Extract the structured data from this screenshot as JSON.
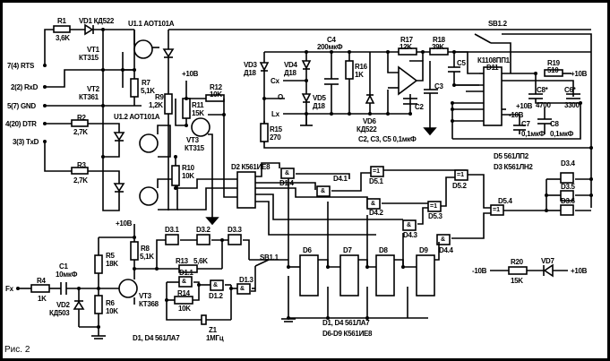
{
  "figure": {
    "caption": "Рис. 2"
  },
  "ports": {
    "rts": "7(4) RTS",
    "rxd": "2(2) RxD",
    "gnd": "5(7) GND",
    "dtr": "4(20) DTR",
    "txd": "3(3) TxD",
    "fx": "Fx",
    "cx": "Cx",
    "o": "O",
    "lx": "Lx"
  },
  "components": {
    "R1": {
      "name": "R1",
      "value": "3,6K"
    },
    "R2": {
      "name": "R2",
      "value": "2,7K"
    },
    "R3": {
      "name": "R3",
      "value": "2,7K"
    },
    "R4": {
      "name": "R4",
      "value": "1K"
    },
    "R5": {
      "name": "R5",
      "value": "18K"
    },
    "R6": {
      "name": "R6",
      "value": "10K"
    },
    "R7": {
      "name": "R7",
      "value": "5,1K"
    },
    "R8": {
      "name": "R8",
      "value": "5,1K"
    },
    "R9": {
      "name": "R9",
      "value": "1,2K"
    },
    "R10": {
      "name": "R10",
      "value": "10K"
    },
    "R11": {
      "name": "R11",
      "value": "15K"
    },
    "R12": {
      "name": "R12",
      "value": "10K"
    },
    "R13": {
      "name": "R13",
      "value": "5,6K"
    },
    "R14": {
      "name": "R14",
      "value": "10K"
    },
    "R16": {
      "name": "R16",
      "value": "1K"
    },
    "R15": {
      "name": "R15",
      "value": "270"
    },
    "R17": {
      "name": "R17",
      "value": "12K"
    },
    "R18": {
      "name": "R18",
      "value": "39K"
    },
    "R19": {
      "name": "R19",
      "value": "510"
    },
    "R20": {
      "name": "R20",
      "value": "15K"
    },
    "C1": {
      "name": "C1",
      "value": "10мкФ"
    },
    "C4": {
      "name": "C4",
      "value": "200мкФ"
    },
    "C5": {
      "name": "C5"
    },
    "C2": {
      "name": "C2"
    },
    "C3": {
      "name": "C3"
    },
    "C6": {
      "name": "C6*",
      "value": "3300"
    },
    "C8s": {
      "name": "C8*",
      "value": "4700"
    },
    "C7": {
      "name": "C7",
      "value": "0,1мкФ"
    },
    "C8": {
      "name": "C8",
      "value": "0,1мкФ"
    },
    "VD1": "VD1 КД522",
    "VD2": {
      "name": "VD2",
      "value": "КД503"
    },
    "VD3": {
      "name": "VD3",
      "value": "Д18"
    },
    "VD4": {
      "name": "VD4",
      "value": "Д18"
    },
    "VD5": {
      "name": "VD5",
      "value": "Д18"
    },
    "VD6": {
      "name": "VD6",
      "value": "КД522"
    },
    "VD7": "VD7",
    "VT1": {
      "name": "VT1",
      "value": "КТ315"
    },
    "VT2": {
      "name": "VT2",
      "value": "КТ361"
    },
    "VT3a": {
      "name": "VT3",
      "value": "КТ315"
    },
    "VT3b": {
      "name": "VT3",
      "value": "КТ368"
    },
    "U1_1": "U1.1 AOT101A",
    "U1_2": "U1.2 AOT101A",
    "D2": "D2 К561ИЕ8",
    "D11": {
      "name": "D11",
      "value": "К1108ПП1"
    },
    "Z1": {
      "name": "Z1",
      "value": "1МГц"
    },
    "SB1_1": "SB1.1",
    "SB1_2": "SB1.2",
    "D1_1": "D1.1",
    "D1_2": "D1.2",
    "D1_3": "D1.3",
    "D1_4": "D1.4",
    "D3_1": "D3.1",
    "D3_2": "D3.2",
    "D3_3": "D3.3",
    "D3_4": "D3.4",
    "D3_5": "D3.5",
    "D3_6": "D3.6",
    "D4_1": "D4.1",
    "D4_2": "D4.2",
    "D4_3": "D4.3",
    "D4_4": "D4.4",
    "D5_1": "D5.1",
    "D5_2": "D5.2",
    "D5_3": "D5.3",
    "D5_4": "D5.4",
    "D6": "D6",
    "D7": "D7",
    "D8": "D8",
    "D9": "D9"
  },
  "supplies": {
    "p10": "+10В",
    "m10": "-10В"
  },
  "notes": {
    "caps_c235": "C2, C3, C5 0,1мкФ",
    "d5": "D5 561ЛП2",
    "d3": "D3 К561ЛН2",
    "d1d4_left": "D1, D4 561ЛА7",
    "d1d4": "D1, D4  561ЛА7",
    "d6d9": "D6-D9  К561ИЕ8"
  },
  "gate_symbols": {
    "and": "&",
    "xor": "=1"
  }
}
